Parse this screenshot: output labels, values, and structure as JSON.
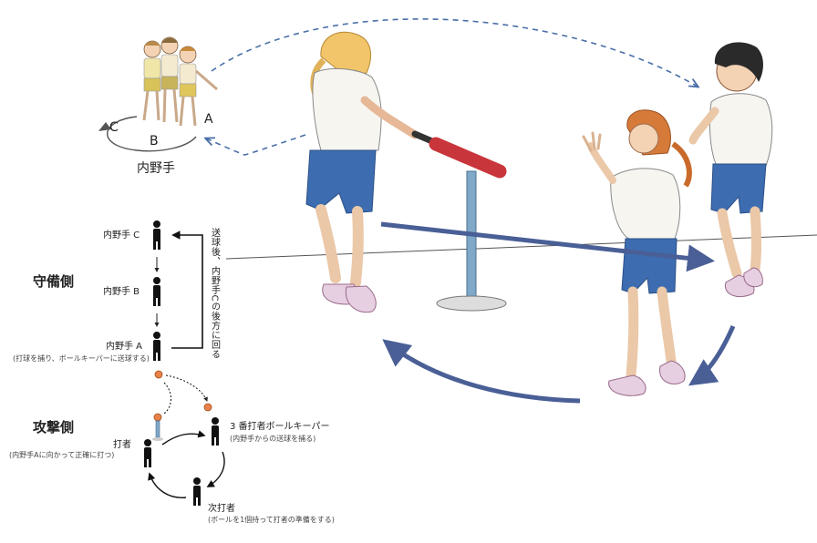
{
  "top": {
    "infield_label": "内野手",
    "letter_a": "A",
    "letter_b": "B",
    "letter_c": "C"
  },
  "defense": {
    "side_label": "守備側",
    "fielder_c": "内野手 C",
    "fielder_b": "内野手 B",
    "fielder_a": "内野手 A",
    "fielder_a_note": "(打球を捕り、ボールキーパーに送球する)",
    "rotation_note": "送球後、内野手Cの後方に回る"
  },
  "offense": {
    "side_label": "攻撃側",
    "batter3": "3 番打者ボールキーパー",
    "batter3_note": "(内野手からの送球を捕る)",
    "batter": "打者",
    "batter_note": "(内野手Aに向かって正確に打つ)",
    "next_batter": "次打者",
    "next_batter_note": "(ボールを1個持って打者の準備をする)"
  },
  "colors": {
    "arrow_blue": "#4a5f96",
    "ball_orange": "#e8824a",
    "shirt_white": "#f7f5f0",
    "shorts_blue": "#3d6db0",
    "bat_red": "#c8353a",
    "stand_blue": "#7fa8c9",
    "skin": "#f4d2b4"
  }
}
